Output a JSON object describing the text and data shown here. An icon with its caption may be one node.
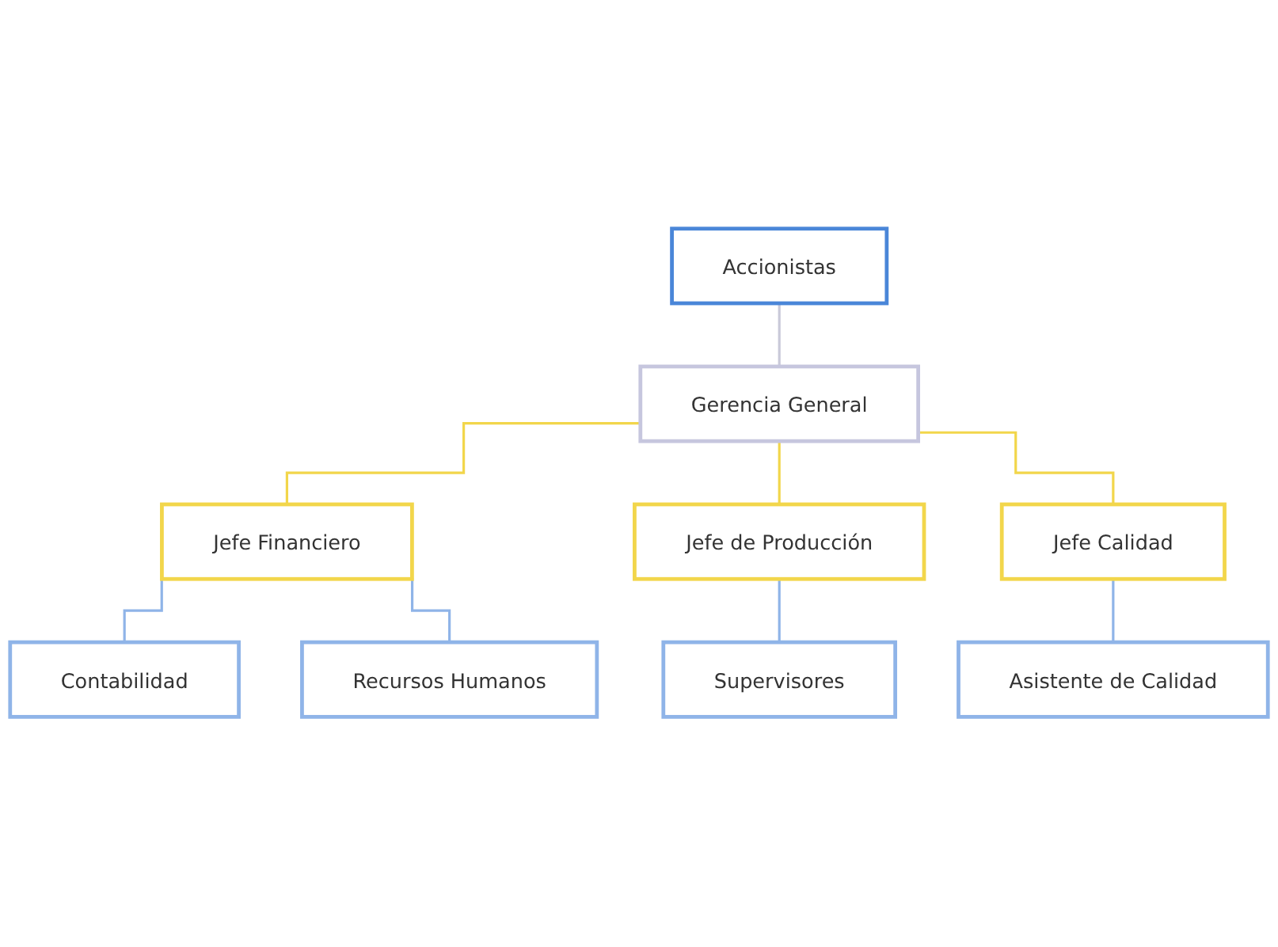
{
  "diagram": {
    "nodes": [
      {
        "text": [
          "Accionistas"
        ]
      },
      {
        "text": [
          "Gerencia General"
        ]
      },
      {
        "text": [
          "Jefe Financiero"
        ]
      },
      {
        "text": [
          "Jefe de Producción"
        ]
      },
      {
        "text": [
          "Jefe Calidad"
        ]
      },
      {
        "text": [
          "Contabilidad"
        ]
      },
      {
        "text": [
          "Recursos Humanos"
        ]
      },
      {
        "text": [
          "Supervisores"
        ]
      },
      {
        "text": [
          "Asistente de Calidad"
        ]
      }
    ],
    "edges": [
      {
        "from": 0,
        "to": 1,
        "arrow": "none",
        "color": "#c9c9d9"
      },
      {
        "from": 1,
        "to": 2,
        "arrow": "none",
        "color": "#f2d64b"
      },
      {
        "from": 1,
        "to": 3,
        "arrow": "none",
        "color": "#f2d64b"
      },
      {
        "from": 1,
        "to": 4,
        "arrow": "none",
        "color": "#f2d64b"
      },
      {
        "from": 2,
        "to": 5,
        "arrow": "none"
      },
      {
        "from": 2,
        "to": 6,
        "arrow": "none"
      },
      {
        "from": 3,
        "to": 7,
        "arrow": "none"
      },
      {
        "from": 4,
        "to": 8,
        "arrow": "none"
      }
    ]
  }
}
